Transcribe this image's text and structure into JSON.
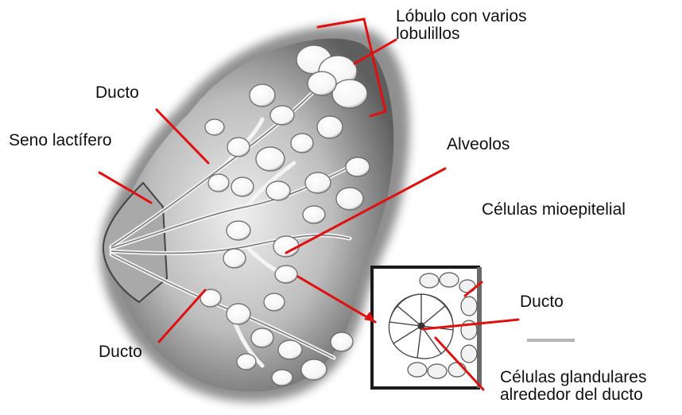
{
  "labels": {
    "lobulo_line1": "Lóbulo con varios",
    "lobulo_line2": "lobulillos",
    "ducto_top": "Ducto",
    "seno": "Seno lactífero",
    "alveolos": "Alveolos",
    "mioepitelial": "Células mioepitelial",
    "ducto_inset": "Ducto",
    "ducto_bottom": "Ducto",
    "celulas_line1": "Células glandulares",
    "celulas_line2": "alrededor del ducto"
  },
  "colors": {
    "pointer": "#e01010",
    "text": "#111111",
    "shading": "#555555",
    "tissue": "#cfcfcf"
  }
}
